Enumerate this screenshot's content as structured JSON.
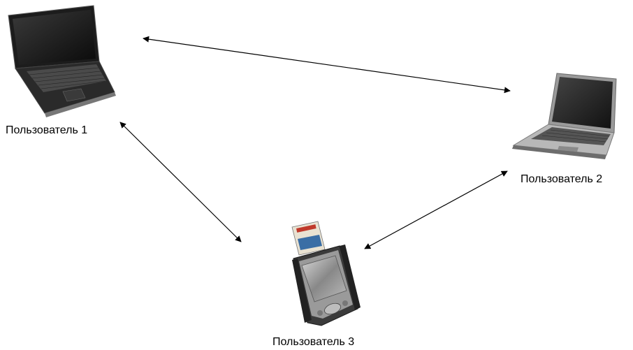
{
  "nodes": [
    {
      "id": "user1",
      "label": "Пользователь 1",
      "device_icon": "laptop-icon"
    },
    {
      "id": "user2",
      "label": "Пользователь 2",
      "device_icon": "laptop-icon"
    },
    {
      "id": "user3",
      "label": "Пользователь 3",
      "device_icon": "pda-icon"
    }
  ],
  "edges": [
    {
      "from": "user1",
      "to": "user2",
      "bidirectional": true
    },
    {
      "from": "user1",
      "to": "user3",
      "bidirectional": true
    },
    {
      "from": "user2",
      "to": "user3",
      "bidirectional": true
    }
  ],
  "colors": {
    "line": "#000000",
    "background": "#ffffff"
  }
}
